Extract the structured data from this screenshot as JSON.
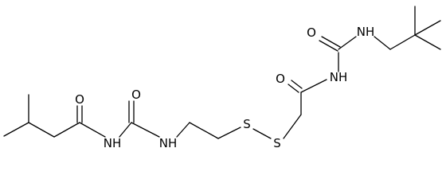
{
  "atoms": {
    "o_ketone_left": "O",
    "n_acyl_left": "NH",
    "o_urea_left": "O",
    "n_urea_left": "NH",
    "s_left": "S",
    "s_right": "S",
    "o_ketone_right": "O",
    "n_acyl_right": "NH",
    "o_urea_right": "O",
    "n_urea_right": "NH"
  },
  "colors": {
    "bond": "#000000",
    "background": "#ffffff"
  }
}
